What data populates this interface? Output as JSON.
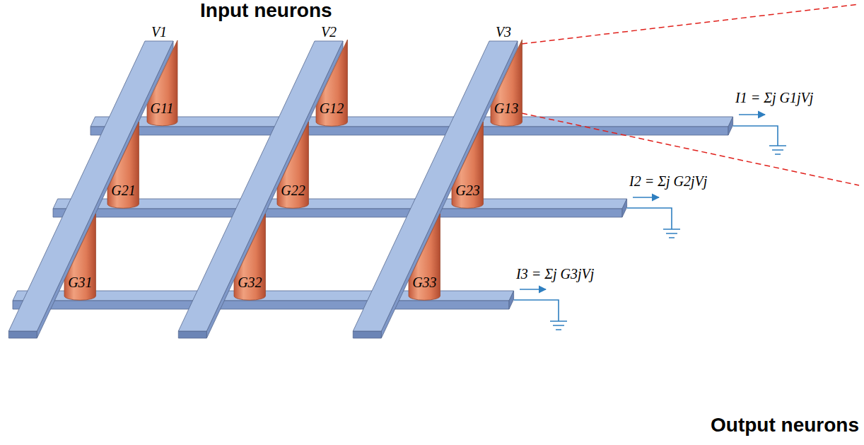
{
  "diagram": {
    "nodes": [
      {
        "text": [
          "G11"
        ]
      },
      {
        "text": [
          "G12"
        ]
      },
      {
        "text": [
          "G13"
        ]
      },
      {
        "text": [
          "G21"
        ]
      },
      {
        "text": [
          "G22"
        ]
      },
      {
        "text": [
          "G23"
        ]
      },
      {
        "text": [
          "G31"
        ]
      },
      {
        "text": [
          "G32"
        ]
      },
      {
        "text": [
          "G33"
        ]
      }
    ],
    "labels": [
      "Input neurons",
      "V1",
      "V2",
      "V3",
      "I1 = Σj G1jVj",
      "I2 = Σj G2jVj",
      "I3 = Σj G3jVj",
      "Output neurons"
    ]
  }
}
